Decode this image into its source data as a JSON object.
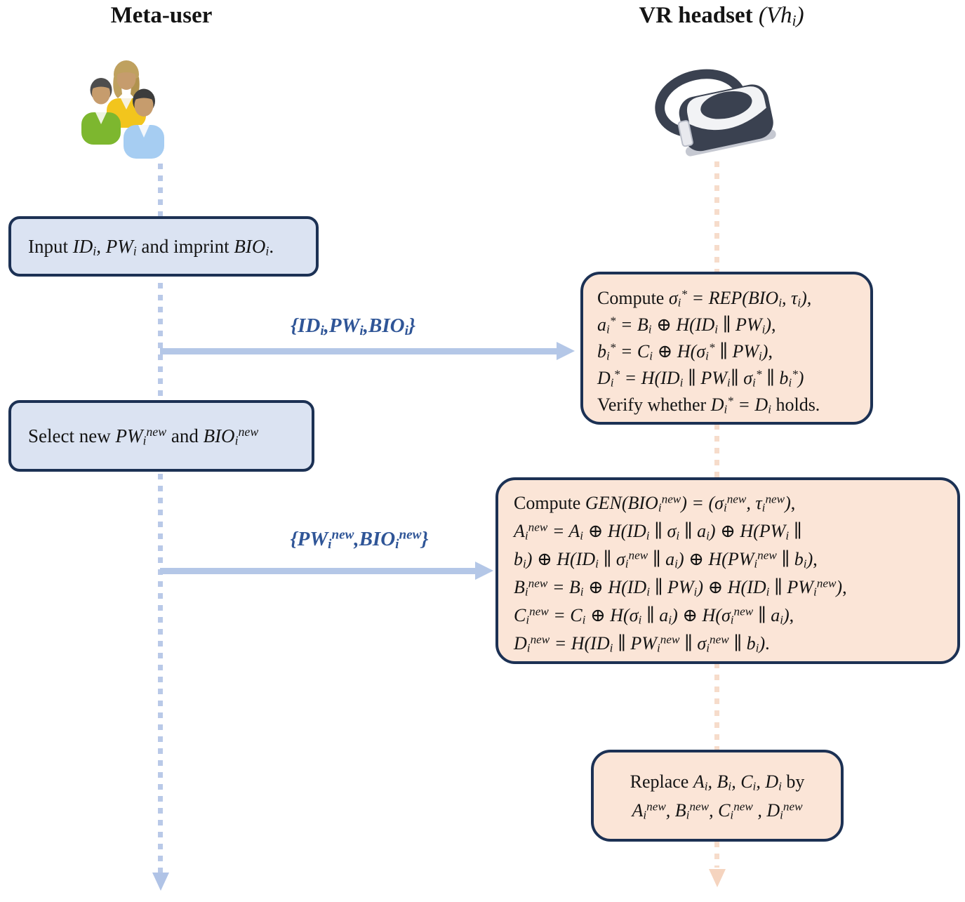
{
  "colors": {
    "border_navy": "#1c3154",
    "box_blue_fill": "#dbe3f2",
    "box_orange_fill": "#fbe5d7",
    "arrow_blue": "#b4c7e7",
    "label_blue": "#2f5597",
    "lifeline_blue": "#b9c9e8",
    "lifeline_peach": "#f6dccb"
  },
  "actors": {
    "user": {
      "title": "Meta-user",
      "icon": "users-icon"
    },
    "headset": {
      "title": "VR headset $(Vh_{i})$",
      "icon": "vr-headset-icon"
    }
  },
  "boxes": {
    "input_credentials": {
      "lines": [
        "Input $ID_{i}, PW_{i}$ and imprint $BIO_{i}$."
      ]
    },
    "verify": {
      "lines": [
        "Compute $σ_{i}^{*} = REP(BIO_{i}, τ_{i})$,",
        "$a_{i}^{*} = B_{i} ⊕ H(ID_{i} ∥ PW_{i})$,",
        "$b_{i}^{*} = C_{i} ⊕ H(σ_{i}^{*} ∥ PW_{i})$,",
        "$D_{i}^{*} = H(ID_{i} ∥ PW_{i}∥ σ_{i}^{*} ∥ b_{i}^{*})$",
        "Verify whether $D_{i}^{*} = D_{i}$ holds."
      ]
    },
    "select_new": {
      "lines": [
        "Select new $PW_{i}^{new}$ and $BIO_{i}^{new}$"
      ]
    },
    "compute_new": {
      "lines": [
        "Compute $GEN(BIO_{i}^{new}) = (σ_{i}^{new}, τ_{i}^{new})$,",
        "$A_{i}^{new} = A_{i} ⊕ H(ID_{i} ∥ σ_{i} ∥ a_{i}) ⊕ H(PW_{i} ∥$",
        "$b_{i}) ⊕ H(ID_{i} ∥ σ_{i}^{new} ∥ a_{i}) ⊕ H(PW_{i}^{new} ∥ b_{i})$,",
        "$B_{i}^{new} = B_{i} ⊕ H(ID_{i} ∥ PW_{i}) ⊕ H(ID_{i} ∥ PW_{i}^{new})$,",
        "$C_{i}^{new} = C_{i} ⊕ H(σ_{i} ∥ a_{i}) ⊕ H(σ_{i}^{new} ∥ a_{i})$,",
        "$D_{i}^{new} = H(ID_{i} ∥ PW_{i}^{new} ∥ σ_{i}^{new} ∥ b_{i})$."
      ]
    },
    "replace": {
      "lines": [
        "Replace $A_{i}, B_{i}, C_{i}, D_{i}$ by",
        "$A_{i}^{new}, B_{i}^{new}, C_{i}^{new} , D_{i}^{new}$"
      ]
    }
  },
  "messages": {
    "msg1": {
      "label": "{ID_{i},PW_{i},BIO_{i}}"
    },
    "msg2": {
      "label": "{PW_{i}^{new},BIO_{i}^{new}}"
    }
  }
}
